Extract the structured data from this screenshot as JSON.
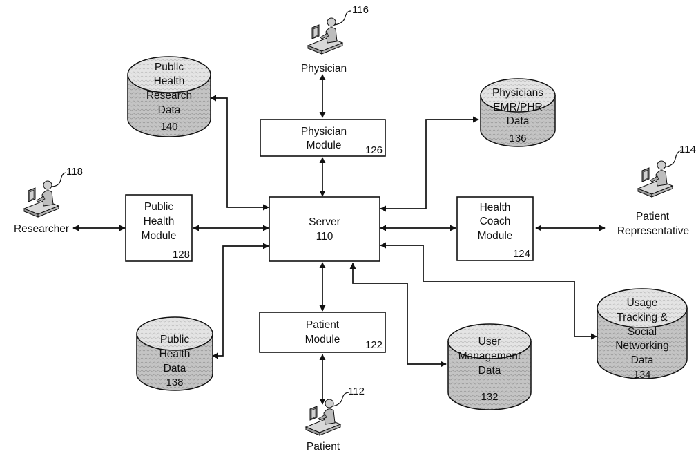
{
  "server": {
    "name": "Server",
    "ref": "110"
  },
  "modules": {
    "physician": {
      "line1": "Physician",
      "line2": "Module",
      "ref": "126"
    },
    "public_health": {
      "line1": "Public",
      "line2": "Health",
      "line3": "Module",
      "ref": "128"
    },
    "health_coach": {
      "line1": "Health",
      "line2": "Coach",
      "line3": "Module",
      "ref": "124"
    },
    "patient": {
      "line1": "Patient",
      "line2": "Module",
      "ref": "122"
    }
  },
  "databases": {
    "public_health_research": {
      "lines": [
        "Public",
        "Health",
        "Research",
        "Data"
      ],
      "ref": "140"
    },
    "physicians_emr": {
      "lines": [
        "Physicians",
        "EMR/PHR",
        "Data"
      ],
      "ref": "136"
    },
    "public_health": {
      "lines": [
        "Public",
        "Health",
        "Data"
      ],
      "ref": "138"
    },
    "user_management": {
      "lines": [
        "User",
        "Management",
        "Data"
      ],
      "ref": "132"
    },
    "usage_tracking": {
      "lines": [
        "Usage",
        "Tracking &",
        "Social",
        "Networking",
        "Data"
      ],
      "ref": "134"
    }
  },
  "actors": {
    "physician": {
      "label": "Physician",
      "ref": "116"
    },
    "researcher": {
      "label": "Researcher",
      "ref": "118"
    },
    "patient_rep": {
      "line1": "Patient",
      "line2": "Representative",
      "ref": "114"
    },
    "patient": {
      "label": "Patient",
      "ref": "112"
    }
  },
  "colors": {
    "stroke": "#111111",
    "db_fill": "#c8c8c8",
    "db_top": "#e6e6e6"
  }
}
